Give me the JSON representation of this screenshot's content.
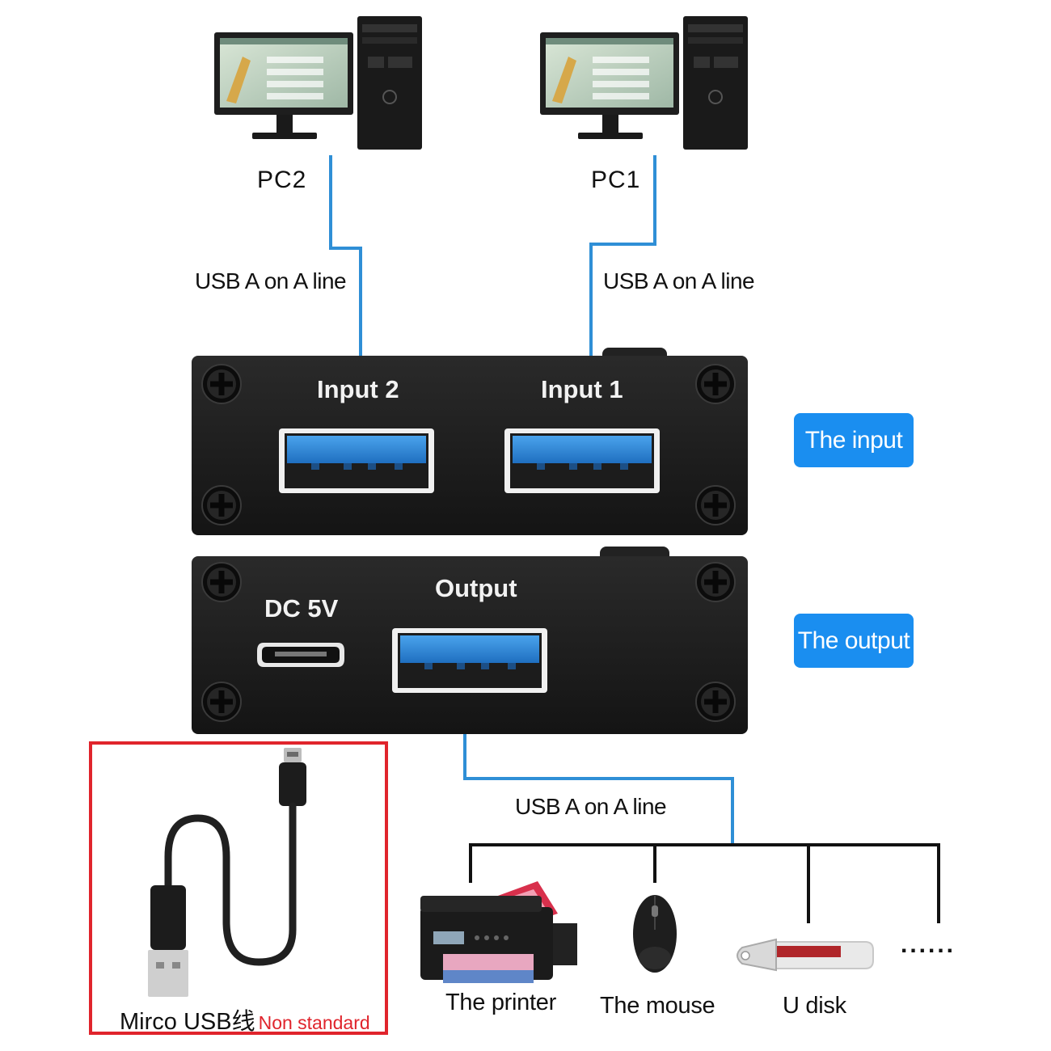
{
  "pcs": [
    {
      "label": "PC2"
    },
    {
      "label": "PC1"
    }
  ],
  "cables": {
    "pc2_line": "USB A on A line",
    "pc1_line": "USB A on A line",
    "output_line": "USB A on A line"
  },
  "input_box": {
    "port2_label": "Input 2",
    "port1_label": "Input 1",
    "tag": "The input"
  },
  "output_box": {
    "power_label": "DC 5V",
    "port_label": "Output",
    "tag": "The output"
  },
  "devices": [
    {
      "label": "The printer"
    },
    {
      "label": "The mouse"
    },
    {
      "label": "U disk"
    },
    {
      "label": "......"
    }
  ],
  "accessory": {
    "name": "Mirco USB线",
    "note": "Non standard"
  },
  "colors": {
    "cable_blue": "#2f8fd6",
    "tag_blue": "#1a8ef0",
    "usb3_blue": "#2f7fd0",
    "box_black": "#1d1d1d",
    "highlight_red": "#e0242c"
  }
}
